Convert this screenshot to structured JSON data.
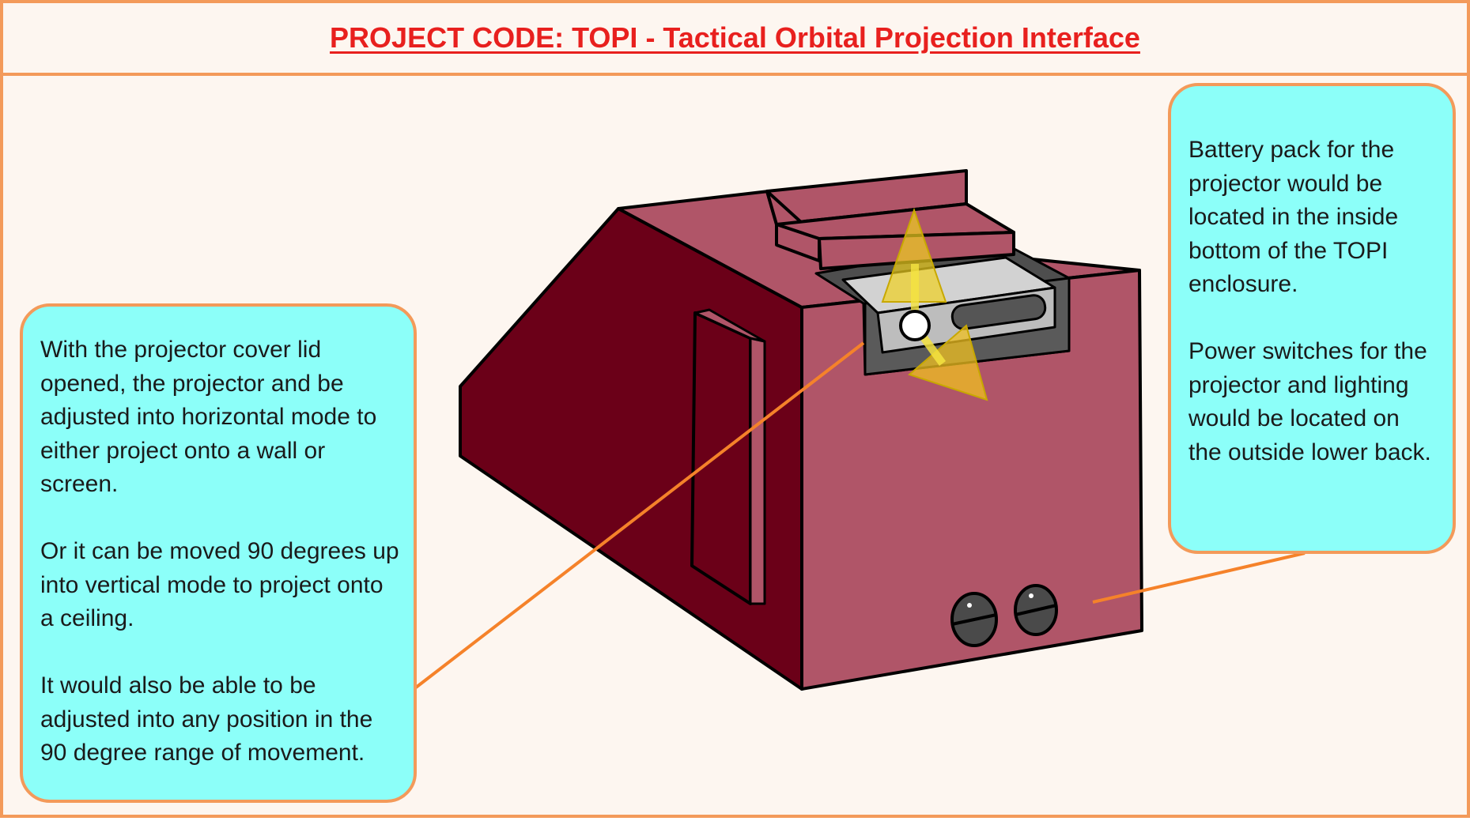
{
  "header": {
    "title": "PROJECT CODE: TOPI - Tactical Orbital Projection Interface"
  },
  "callouts": {
    "left": {
      "paragraphs": [
        "With the projector cover lid opened, the projector and be adjusted into horizontal mode to either project onto a wall or screen.",
        "Or it can be moved 90 degrees up into vertical mode to project onto a ceiling.",
        "It would also be able to be adjusted into any position in the 90 degree range of movement."
      ]
    },
    "right": {
      "paragraphs": [
        "Battery pack for the projector would be located in the inside bottom of the TOPI enclosure.",
        "Power switches for the projector and lighting would be located on the outside lower back."
      ]
    }
  },
  "colors": {
    "frame_border": "#f39a5a",
    "background": "#fdf6f0",
    "title_text": "#e8201e",
    "callout_fill": "#8cfff9",
    "enclosure_front": "#b05568",
    "enclosure_side": "#6b0018",
    "projector_body": "#c8c8c8",
    "direction_arrows": "#f0d020",
    "leader_line": "#f5822a"
  }
}
